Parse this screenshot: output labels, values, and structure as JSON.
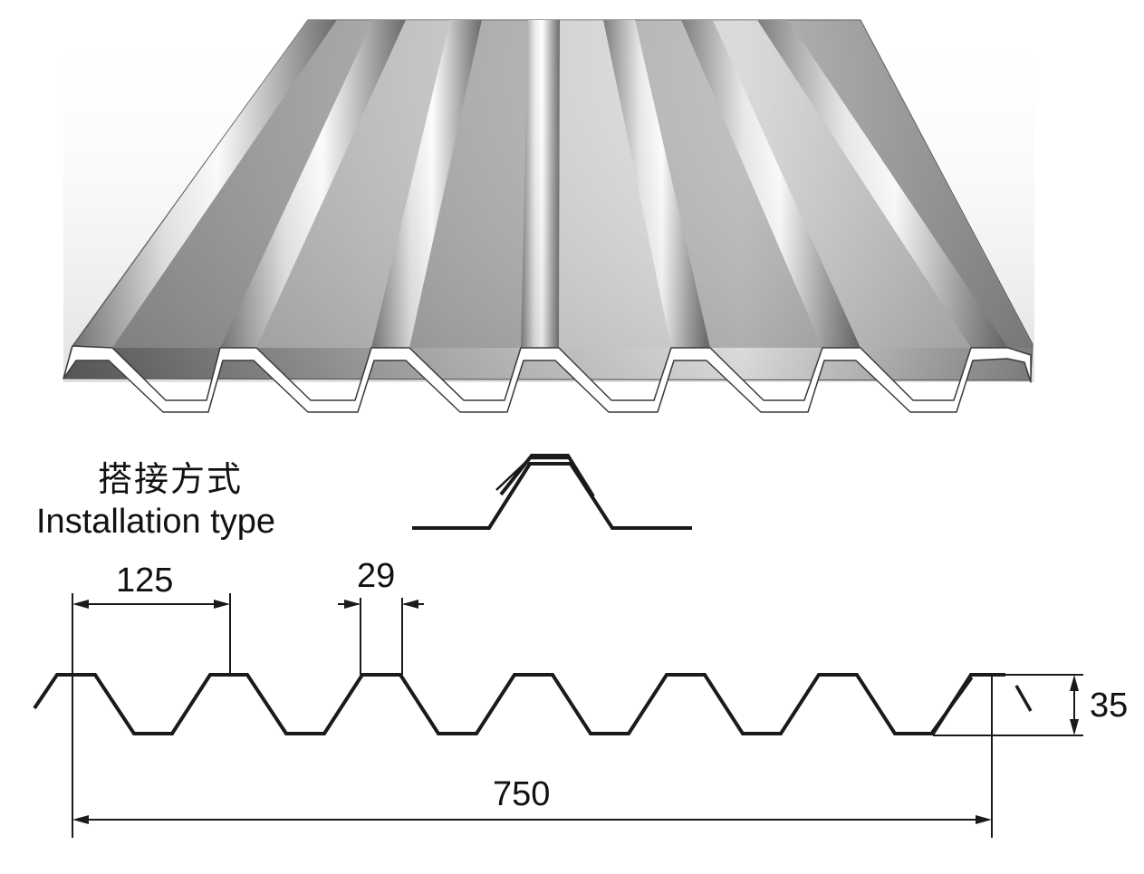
{
  "title": {
    "chinese": "搭接方式",
    "english": "Installation type"
  },
  "dimensions": {
    "rib_spacing": "125",
    "rib_top_width": "29",
    "rib_height": "35",
    "cover_width": "750"
  },
  "colors": {
    "line": "#1a1a1a",
    "sheet_light": "#f4f4f4",
    "sheet_dark": "#6b6b6b"
  }
}
